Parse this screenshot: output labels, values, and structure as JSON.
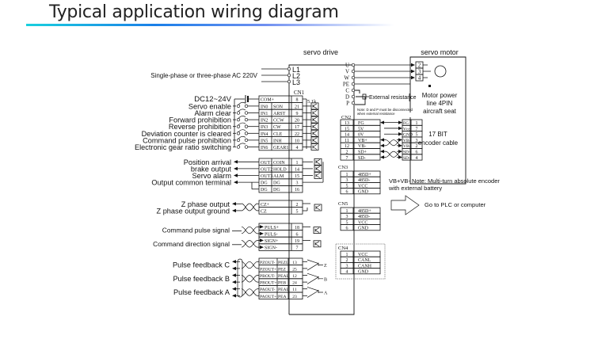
{
  "title": "Typical application wiring diagram",
  "colors": {
    "gradient_start": "#19d0de",
    "gradient_mid": "#1a7fe8",
    "line": "#111111"
  },
  "drive": {
    "label": "servo drive",
    "power_input_label": "Single-phase or three-phase AC 220V",
    "power_terminals": [
      "L1",
      "L2",
      "L3"
    ],
    "motor_terminals": [
      "U",
      "V",
      "W",
      "PE",
      "C",
      "D",
      "P"
    ],
    "external_resistance": "External resistance",
    "note": [
      "Note: D and P must be disconnected",
      "when external resistance"
    ],
    "cn1": {
      "label": "CN1",
      "supply_label": "DC12~24V",
      "resistor_label": "5.1k",
      "com_row": {
        "name": "COM+",
        "pin": "8"
      },
      "inputs": [
        {
          "label": "Servo enable",
          "io": "IN0",
          "name": "SON",
          "pin": "21"
        },
        {
          "label": "Alarm clear",
          "io": "IN1",
          "name": "ARST",
          "pin": "9"
        },
        {
          "label": "Forward prohibition",
          "io": "IN2",
          "name": "CCW",
          "pin": "20"
        },
        {
          "label": "Reverse prohibition",
          "io": "IN3",
          "name": "CW",
          "pin": "17"
        },
        {
          "label": "Deviation counter is cleared",
          "io": "IN4",
          "name": "CLE",
          "pin": "22"
        },
        {
          "label": "Command pulse prohibition",
          "io": "IN5",
          "name": "INH",
          "pin": "10"
        },
        {
          "label": "Electronic gear ratio switching",
          "io": "IN6",
          "name": "GEAR1",
          "pin": "4"
        }
      ],
      "outputs": [
        {
          "label": "Position arrival",
          "io": "OUT1",
          "name": "COIN",
          "pin": "1"
        },
        {
          "label": "brake output",
          "io": "OUT2",
          "name": "HOLD",
          "pin": "14"
        },
        {
          "label": "Servo alarm",
          "io": "OUT3",
          "name": "ALM",
          "pin": "15"
        },
        {
          "label": "Output common terminal",
          "io": "DG",
          "name": "DG",
          "pin": "3"
        },
        {
          "label": "",
          "io": "DG",
          "name": "DG",
          "pin": "16"
        }
      ],
      "z_phase": [
        {
          "label": "Z phase output",
          "name": "CZ+",
          "pin": "2"
        },
        {
          "label": "Z phase output  ground",
          "name": "CZ",
          "pin": "5"
        }
      ],
      "command": [
        {
          "label": "Command pulse signal",
          "rows": [
            {
              "name": "PULS+",
              "pin": "18"
            },
            {
              "name": "PULS-",
              "pin": "6"
            }
          ]
        },
        {
          "label": "Command direction signal",
          "rows": [
            {
              "name": "SIGN+",
              "pin": "19"
            },
            {
              "name": "SIGN-",
              "pin": "7"
            }
          ]
        }
      ],
      "feedback": [
        {
          "label": "Pulse feedback C",
          "letter": "Z",
          "rows": [
            {
              "io": "PZOUT-",
              "name": "PEZL",
              "pin": "13"
            },
            {
              "io": "PZOUT+",
              "name": "PEZ",
              "pin": "25"
            }
          ]
        },
        {
          "label": "Pulse feedback B",
          "letter": "B",
          "rows": [
            {
              "io": "PBOUT-",
              "name": "PEAL",
              "pin": "12"
            },
            {
              "io": "PBOUT+",
              "name": "PEB",
              "pin": "24"
            }
          ]
        },
        {
          "label": "Pulse feedback A",
          "letter": "A",
          "rows": [
            {
              "io": "PAOUT-",
              "name": "PEAL",
              "pin": "11"
            },
            {
              "io": "PAOUT+",
              "name": "PEA",
              "pin": "23"
            }
          ]
        }
      ]
    },
    "cn2": {
      "label": "CN2",
      "rows": [
        {
          "pin": "13",
          "name": "FG",
          "motor_name": "FG",
          "motor_pin": "1"
        },
        {
          "pin": "15",
          "name": "5V",
          "motor_name": "Vcc",
          "motor_pin": "7"
        },
        {
          "pin": "14",
          "name": "0V",
          "motor_name": "GND",
          "motor_pin": "5"
        },
        {
          "pin": "11",
          "name": "VB+",
          "motor_name": "VB+",
          "motor_pin": "3"
        },
        {
          "pin": "12",
          "name": "VB-",
          "motor_name": "VB-",
          "motor_pin": "2"
        },
        {
          "pin": "2",
          "name": "SD+",
          "motor_name": "SD+",
          "motor_pin": "6"
        },
        {
          "pin": "7",
          "name": "SD-",
          "motor_name": "SD-",
          "motor_pin": "4"
        }
      ]
    },
    "cn3": {
      "label": "CN3",
      "rows": [
        {
          "pin": "1",
          "name": "485D+"
        },
        {
          "pin": "3",
          "name": "485D-"
        },
        {
          "pin": "5",
          "name": "VCC"
        },
        {
          "pin": "6",
          "name": "GND"
        }
      ]
    },
    "cn5": {
      "label": "CN5",
      "rows": [
        {
          "pin": "1",
          "name": "485D+"
        },
        {
          "pin": "3",
          "name": "485D-"
        },
        {
          "pin": "5",
          "name": "VCC"
        },
        {
          "pin": "6",
          "name": "GND"
        }
      ]
    },
    "cn4": {
      "label": "CN4",
      "rows": [
        {
          "pin": "1",
          "name": "VCC"
        },
        {
          "pin": "2",
          "name": "CANL"
        },
        {
          "pin": "3",
          "name": "CANH"
        },
        {
          "pin": "4",
          "name": "GND"
        }
      ]
    }
  },
  "motor": {
    "label": "servo motor",
    "pins": [
      "2",
      "3",
      "4"
    ],
    "power_note": [
      "Motor power",
      "line 4PIN",
      "aircraft seat"
    ],
    "encoder_note": [
      "17 BIT",
      "encoder cable"
    ]
  },
  "battery_note": [
    "VB+VB- Note: Multi-turn absolute encoder",
    "with external battery"
  ],
  "plc_label": "Go to PLC or computer"
}
